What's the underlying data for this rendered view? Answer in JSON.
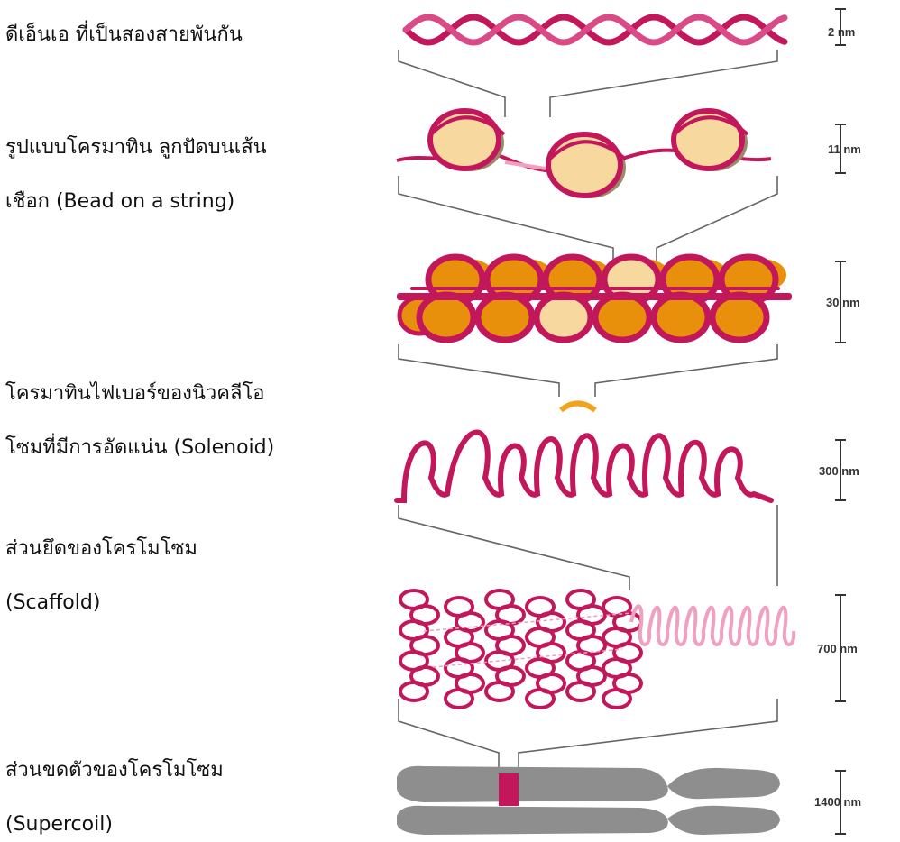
{
  "stages": [
    {
      "lines": [
        "ดีเอ็นเอ ที่เป็นสองสายพันกัน"
      ],
      "scale": "2 nm"
    },
    {
      "lines": [
        "รูปแบบโครมาทิน ลูกปัดบนเส้น",
        "เชือก (Bead on a string)"
      ],
      "scale": "11 nm"
    },
    {
      "lines": [],
      "scale": "30 nm"
    },
    {
      "lines": [
        "โครมาทินไฟเบอร์ของนิวคลีโอ",
        "โซมที่มีการอัดแน่น (Solenoid)"
      ],
      "scale": "300 nm"
    },
    {
      "lines": [
        "ส่วนยึดของโครโมโซม",
        "(Scaffold)"
      ],
      "scale": "700 nm"
    },
    {
      "lines": [
        "ส่วนขดตัวของโครโมโซม",
        "(Supercoil)"
      ],
      "scale": "1400 nm"
    }
  ],
  "colors": {
    "dna": "#c2185b",
    "dna_light": "#f0a0c0",
    "bead_fill": "#f7d9a0",
    "bead_orange": "#e8900c",
    "linker_highlight": "#f2a21d",
    "chromosome": "#8e8e8e",
    "centromere": "#c2185b",
    "connector": "#666666"
  }
}
